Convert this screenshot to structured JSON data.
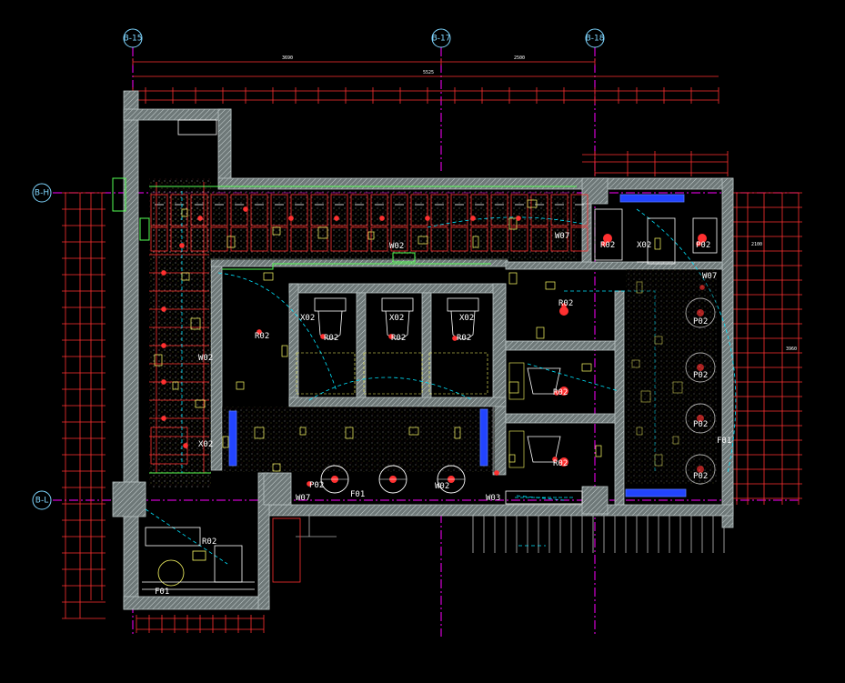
{
  "colors": {
    "background": "#000000",
    "wall": "#b8c4c4",
    "wall_fill": "#7f8a8a",
    "grid_line": "#ff00ff",
    "grid_bubble": "#7fd6ff",
    "dimension": "#ff3030",
    "equipment": "#ffffff",
    "equipment_alt": "#ffff66",
    "dashed_ref": "#00e5ff",
    "accent_green": "#55ff55",
    "accent_blue": "#2244ff"
  },
  "grid_bubbles": [
    {
      "id": "b-top-1",
      "label": "B-15"
    },
    {
      "id": "b-top-2",
      "label": "B-17"
    },
    {
      "id": "b-top-3",
      "label": "B-18"
    },
    {
      "id": "b-left-1",
      "label": "B-H"
    },
    {
      "id": "b-left-2",
      "label": "B-L"
    }
  ],
  "room_labels": {
    "w07_top": "W07",
    "w02_top": "W02",
    "r02_top_right": "R02",
    "p02_top_right": "P02",
    "w07_right": "W07",
    "x02_a": "X02",
    "x02_b": "X02",
    "x02_c": "X02",
    "r02_a": "R02",
    "r02_b": "R02",
    "r02_c": "R02",
    "r02_d": "R02",
    "w02_mid": "W02",
    "x02_left": "X02",
    "r02_mid": "R02",
    "r02_mid2": "R02",
    "p02_a": "P02",
    "p02_b": "P02",
    "p02_c": "P02",
    "p02_d": "P02",
    "f01_right": "F01",
    "p02_bottom": "P02",
    "f01_bottom": "F01",
    "w02_bottom": "W02",
    "w03_bottom": "W03",
    "w07_bottom": "W07",
    "r02_bottom_left": "R02",
    "f01_bottom_left": "F01",
    "r02_mid3": "R02",
    "x02_right": "X02"
  },
  "dimension_text": {
    "top_1": "3690",
    "top_2": "2500",
    "top_3": "5525",
    "right_1": "2100",
    "right_2": "3960"
  }
}
